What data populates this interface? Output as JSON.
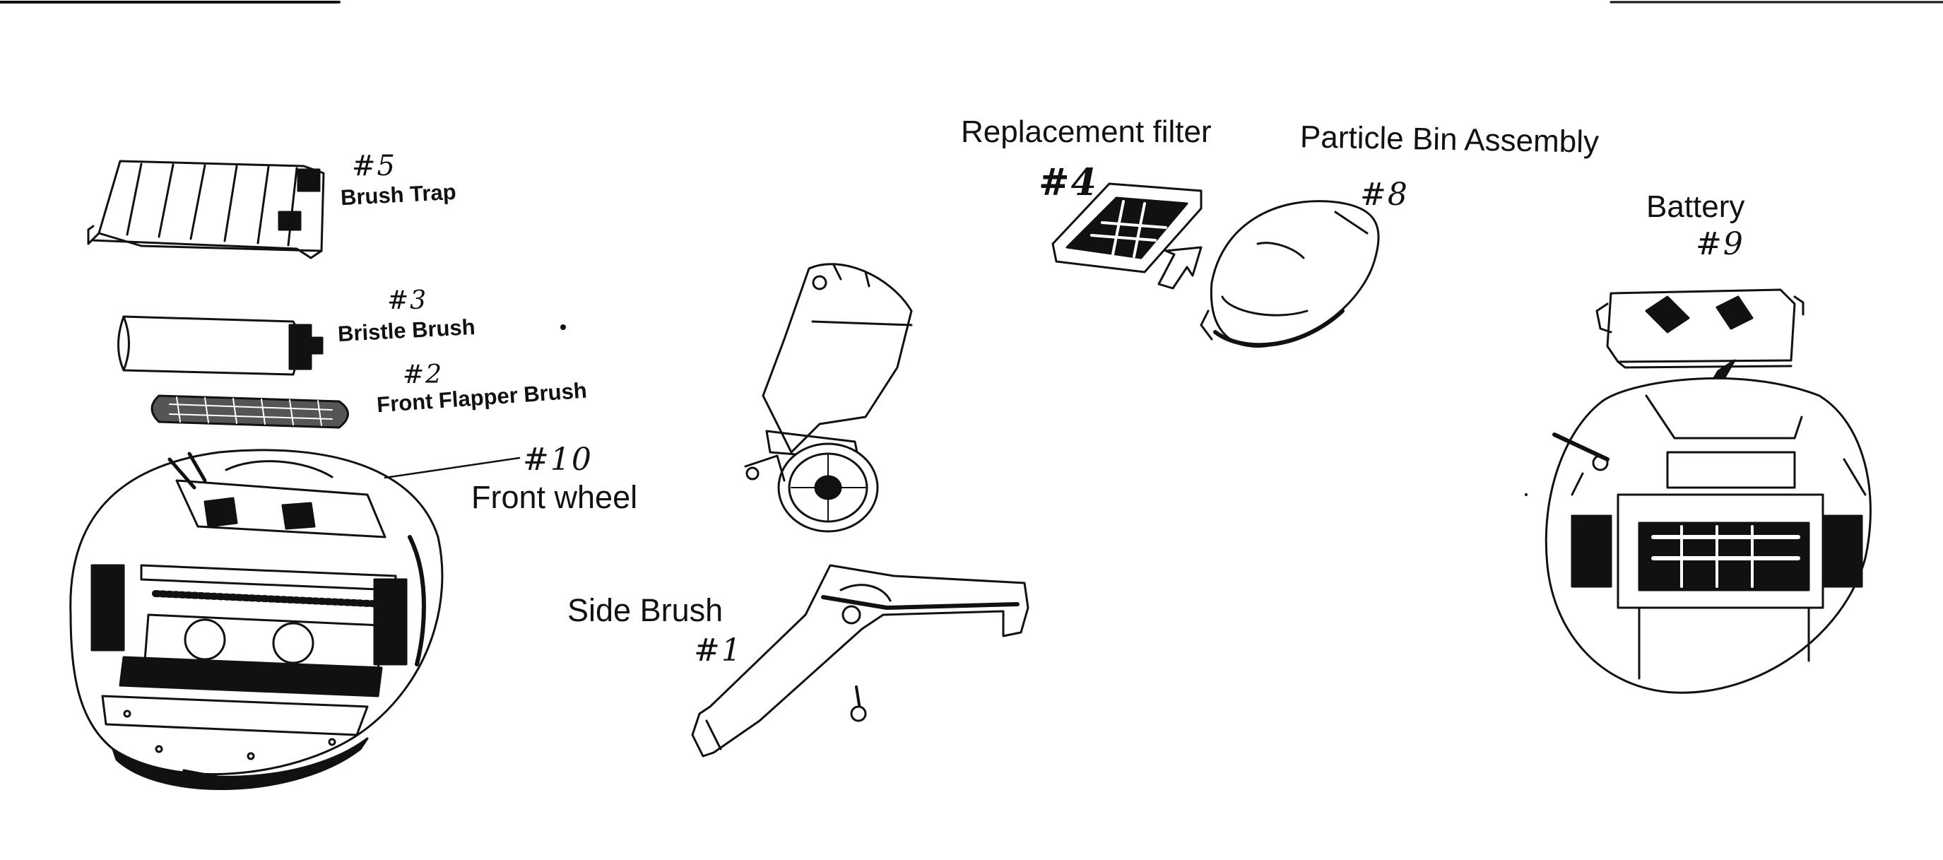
{
  "labels": {
    "brush_trap": {
      "number": "#5",
      "name": "Brush Trap"
    },
    "bristle_brush": {
      "number": "#3",
      "name": "Bristle Brush"
    },
    "front_flapper_brush": {
      "number": "#2",
      "name": "Front Flapper Brush"
    },
    "front_wheel": {
      "number": "#10",
      "name": "Front wheel"
    },
    "side_brush": {
      "number": "#1",
      "name": "Side Brush"
    },
    "replacement_filter": {
      "number": "#4",
      "name": "Replacement filter"
    },
    "particle_bin": {
      "number": "#8",
      "name": "Particle Bin Assembly"
    },
    "battery": {
      "number": "#9",
      "name": "Battery"
    }
  },
  "colors": {
    "ink": "#111111",
    "paper": "#ffffff"
  }
}
